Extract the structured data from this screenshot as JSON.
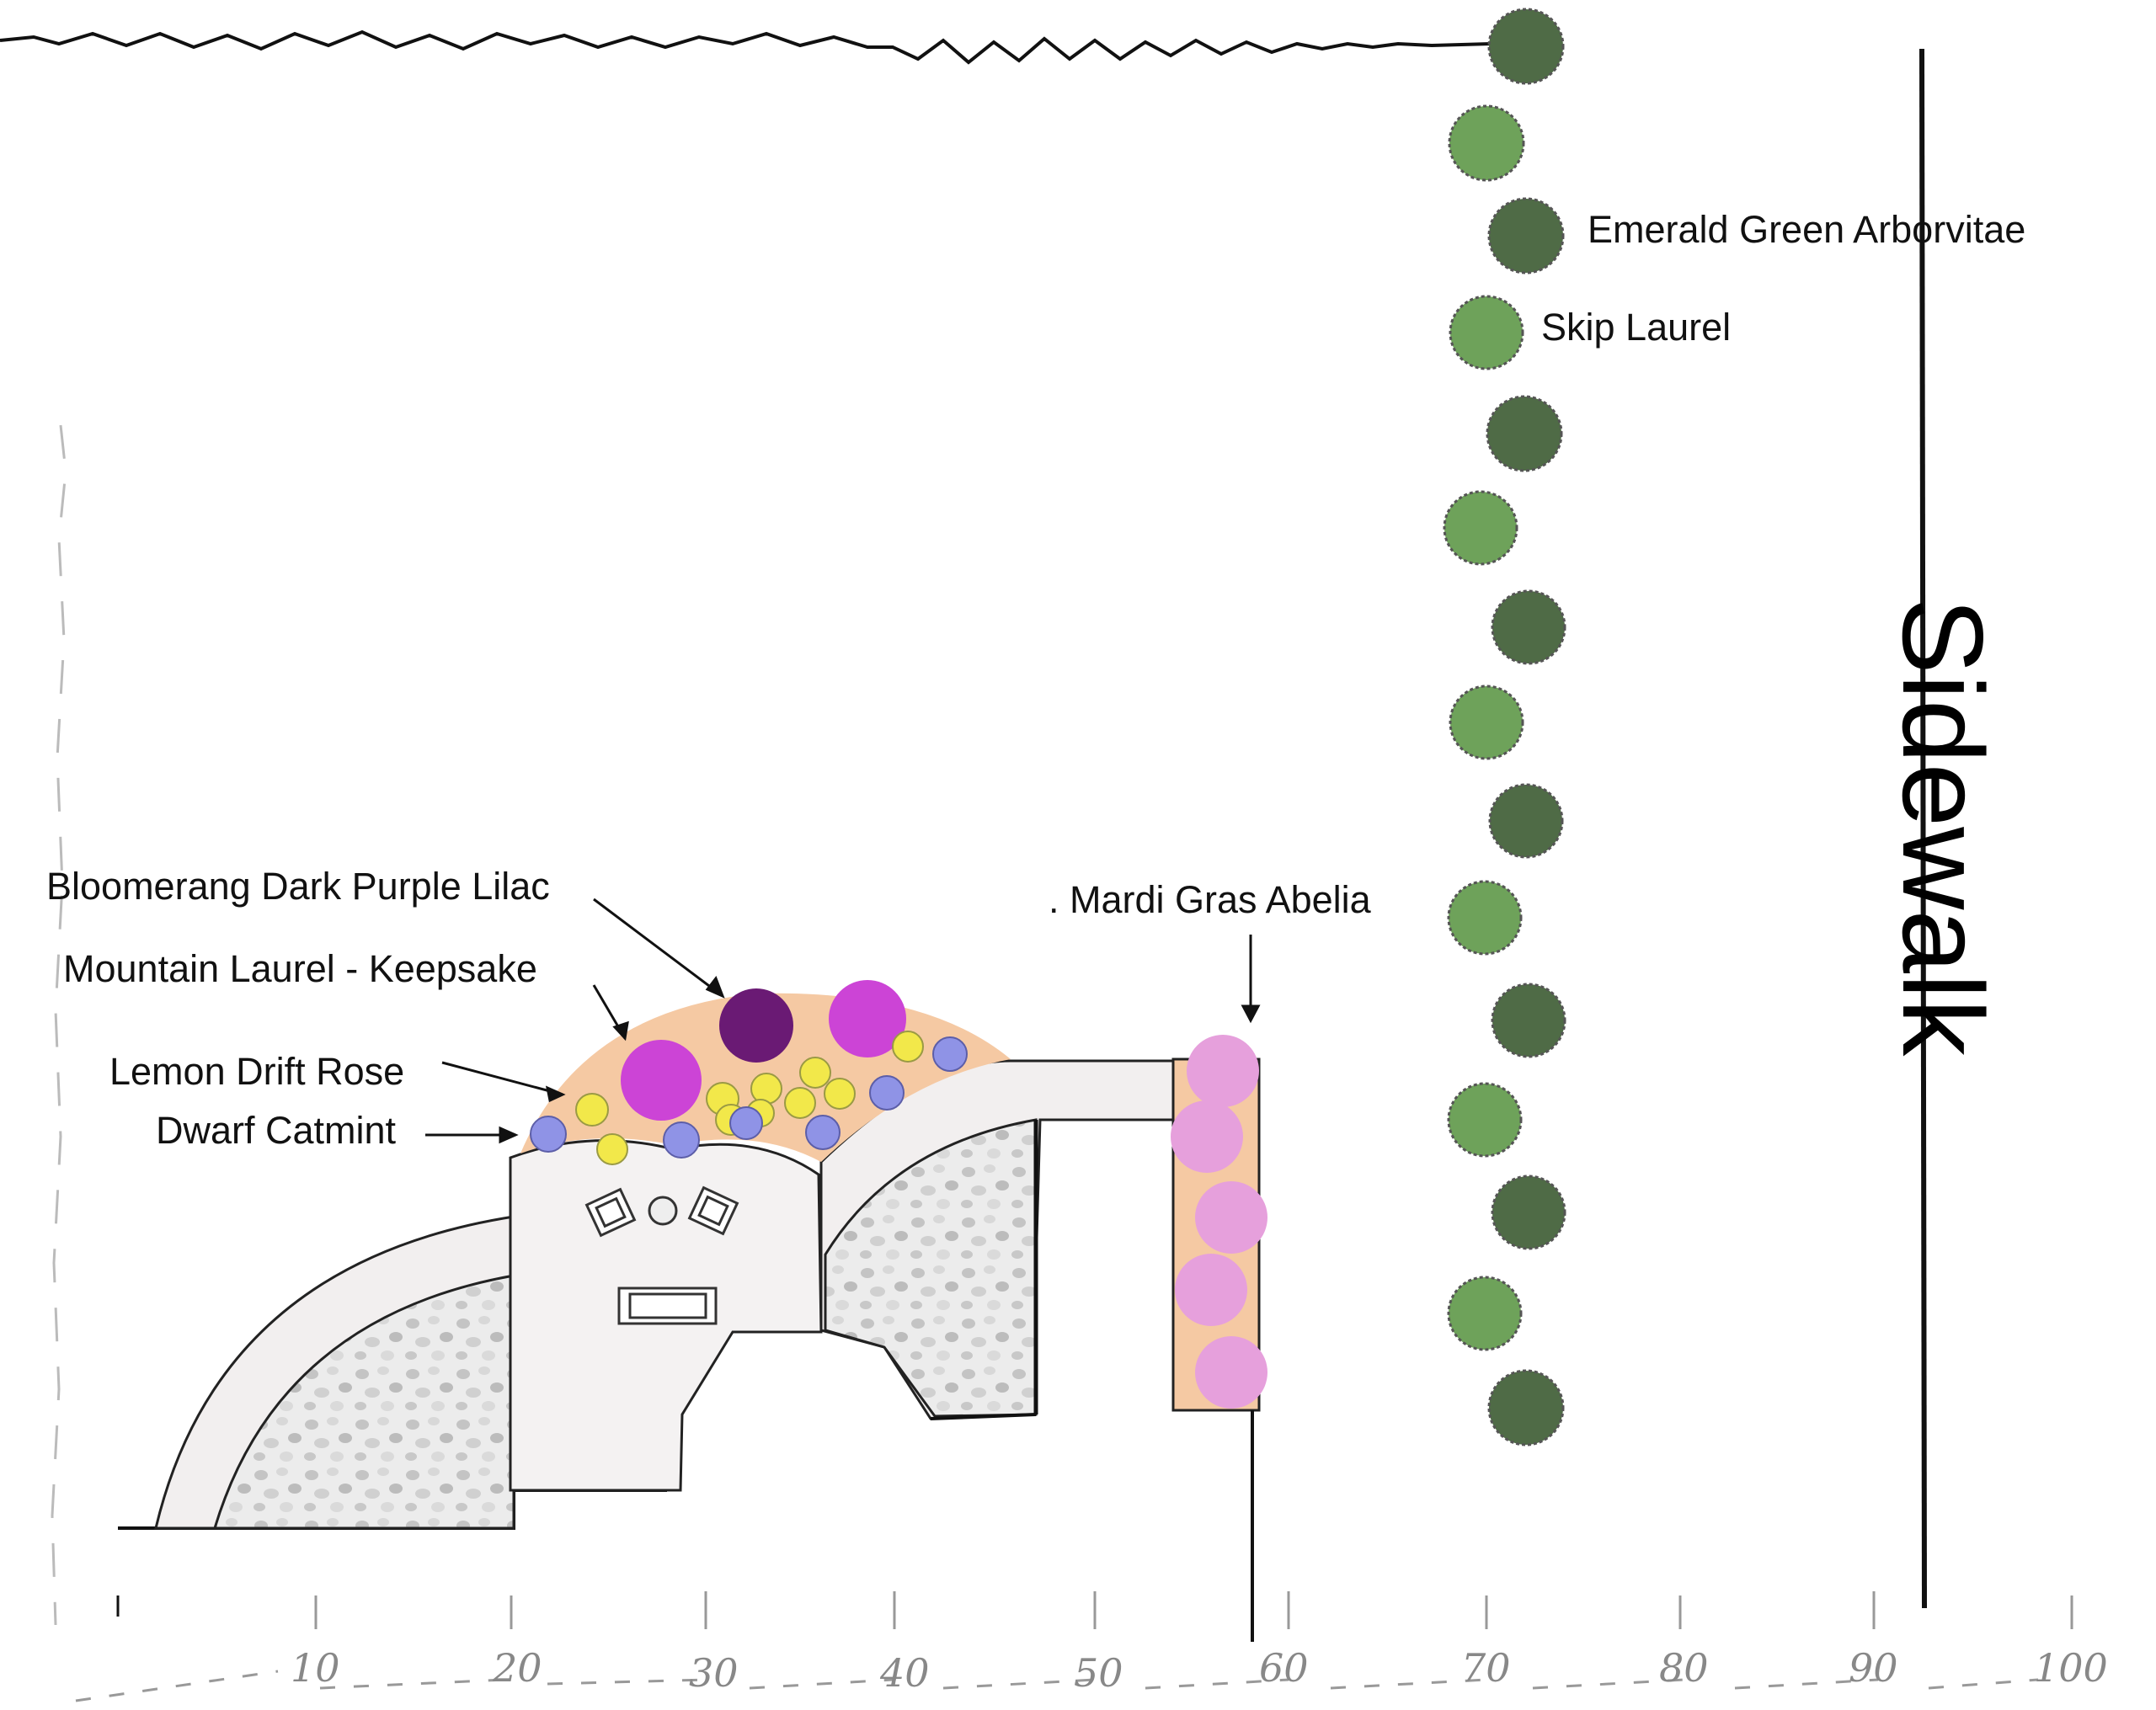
{
  "labels": {
    "emerald": "Emerald Green Arborvitae",
    "skip": "Skip Laurel",
    "lilac": "Bloomerang Dark Purple Lilac",
    "mountain": "Mountain Laurel -  Keepsake",
    "rose": "Lemon Drift Rose",
    "catmint": "Dwarf Catmint",
    "abelia": ". Mardi Gras Abelia",
    "sidewalk": "Sidewalk"
  },
  "scale_ticks": [
    "10",
    "20",
    "30",
    "40",
    "50",
    "60",
    "70",
    "80",
    "90",
    "100"
  ],
  "colors": {
    "arborvitae": "#4f6b46",
    "skip_laurel": "#6ea25a",
    "lilac": "#6a1a74",
    "mountain_laurel": "#cc44d6",
    "rose": "#f2e84a",
    "catmint": "#8f93e6",
    "abelia": "#e6a0dc",
    "mulch": "#f5c9a3",
    "patio": "#f2efef",
    "gravel": "#cfcfcf"
  }
}
